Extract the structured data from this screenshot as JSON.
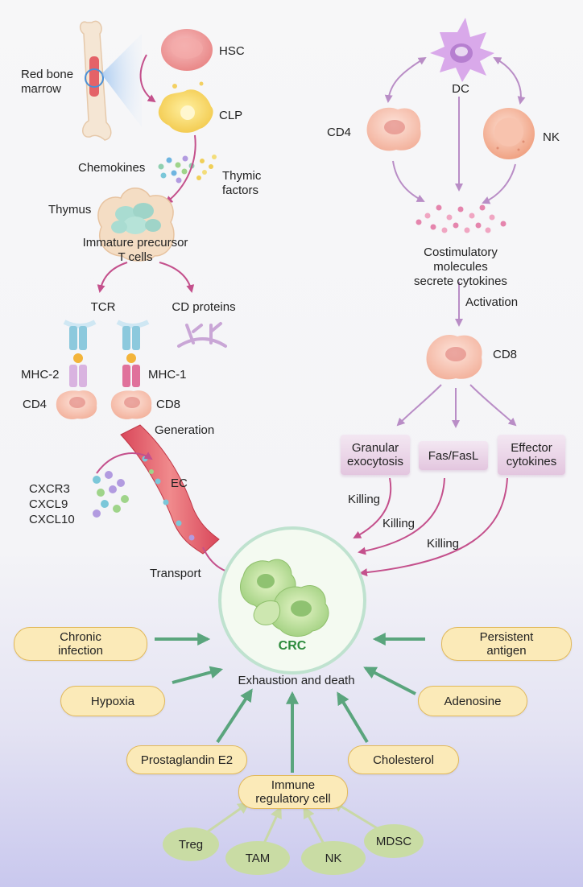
{
  "left_pathway": {
    "marrow_label": "Red bone\nmarrow",
    "hsc": "HSC",
    "clp": "CLP",
    "chemokines": "Chemokines",
    "thymic_factors": "Thymic\nfactors",
    "thymus": "Thymus",
    "precursor": "Immature precursor\nT cells",
    "tcr": "TCR",
    "cd_proteins": "CD proteins",
    "mhc2": "MHC-2",
    "mhc1": "MHC-1",
    "cd4": "CD4",
    "cd8": "CD8",
    "generation": "Generation",
    "ec": "EC",
    "chemokine_list": "CXCR3\nCXCL9\nCXCL10",
    "transport": "Transport"
  },
  "right_pathway": {
    "dc": "DC",
    "cd4": "CD4",
    "nk": "NK",
    "costim": "Costimulatory molecules\nsecrete cytokines",
    "activation": "Activation",
    "cd8": "CD8",
    "mechanisms": [
      "Granular\nexocytosis",
      "Fas/FasL",
      "Effector\ncytokines"
    ],
    "killing": [
      "Killing",
      "Killing",
      "Killing"
    ]
  },
  "center": {
    "crc": "CRC",
    "exhaustion": "Exhaustion and death"
  },
  "factors": {
    "chronic": "Chronic\ninfection",
    "persistent": "Persistent\nantigen",
    "hypoxia": "Hypoxia",
    "adenosine": "Adenosine",
    "pge2": "Prostaglandin E2",
    "cholesterol": "Cholesterol",
    "immune_reg": "Immune\nregulatory cell"
  },
  "reg_cells": [
    "Treg",
    "TAM",
    "NK",
    "MDSC"
  ],
  "colors": {
    "arrow_magenta": "#c4508c",
    "arrow_lilac": "#b98dc6",
    "arrow_green": "#5aa57d",
    "arrow_pale": "#c9d8a6",
    "factor_fill": "#fbeab8",
    "factor_border": "#e2b95a",
    "reg_fill": "#c9dca4",
    "crc_green": "#2c8a3c"
  }
}
